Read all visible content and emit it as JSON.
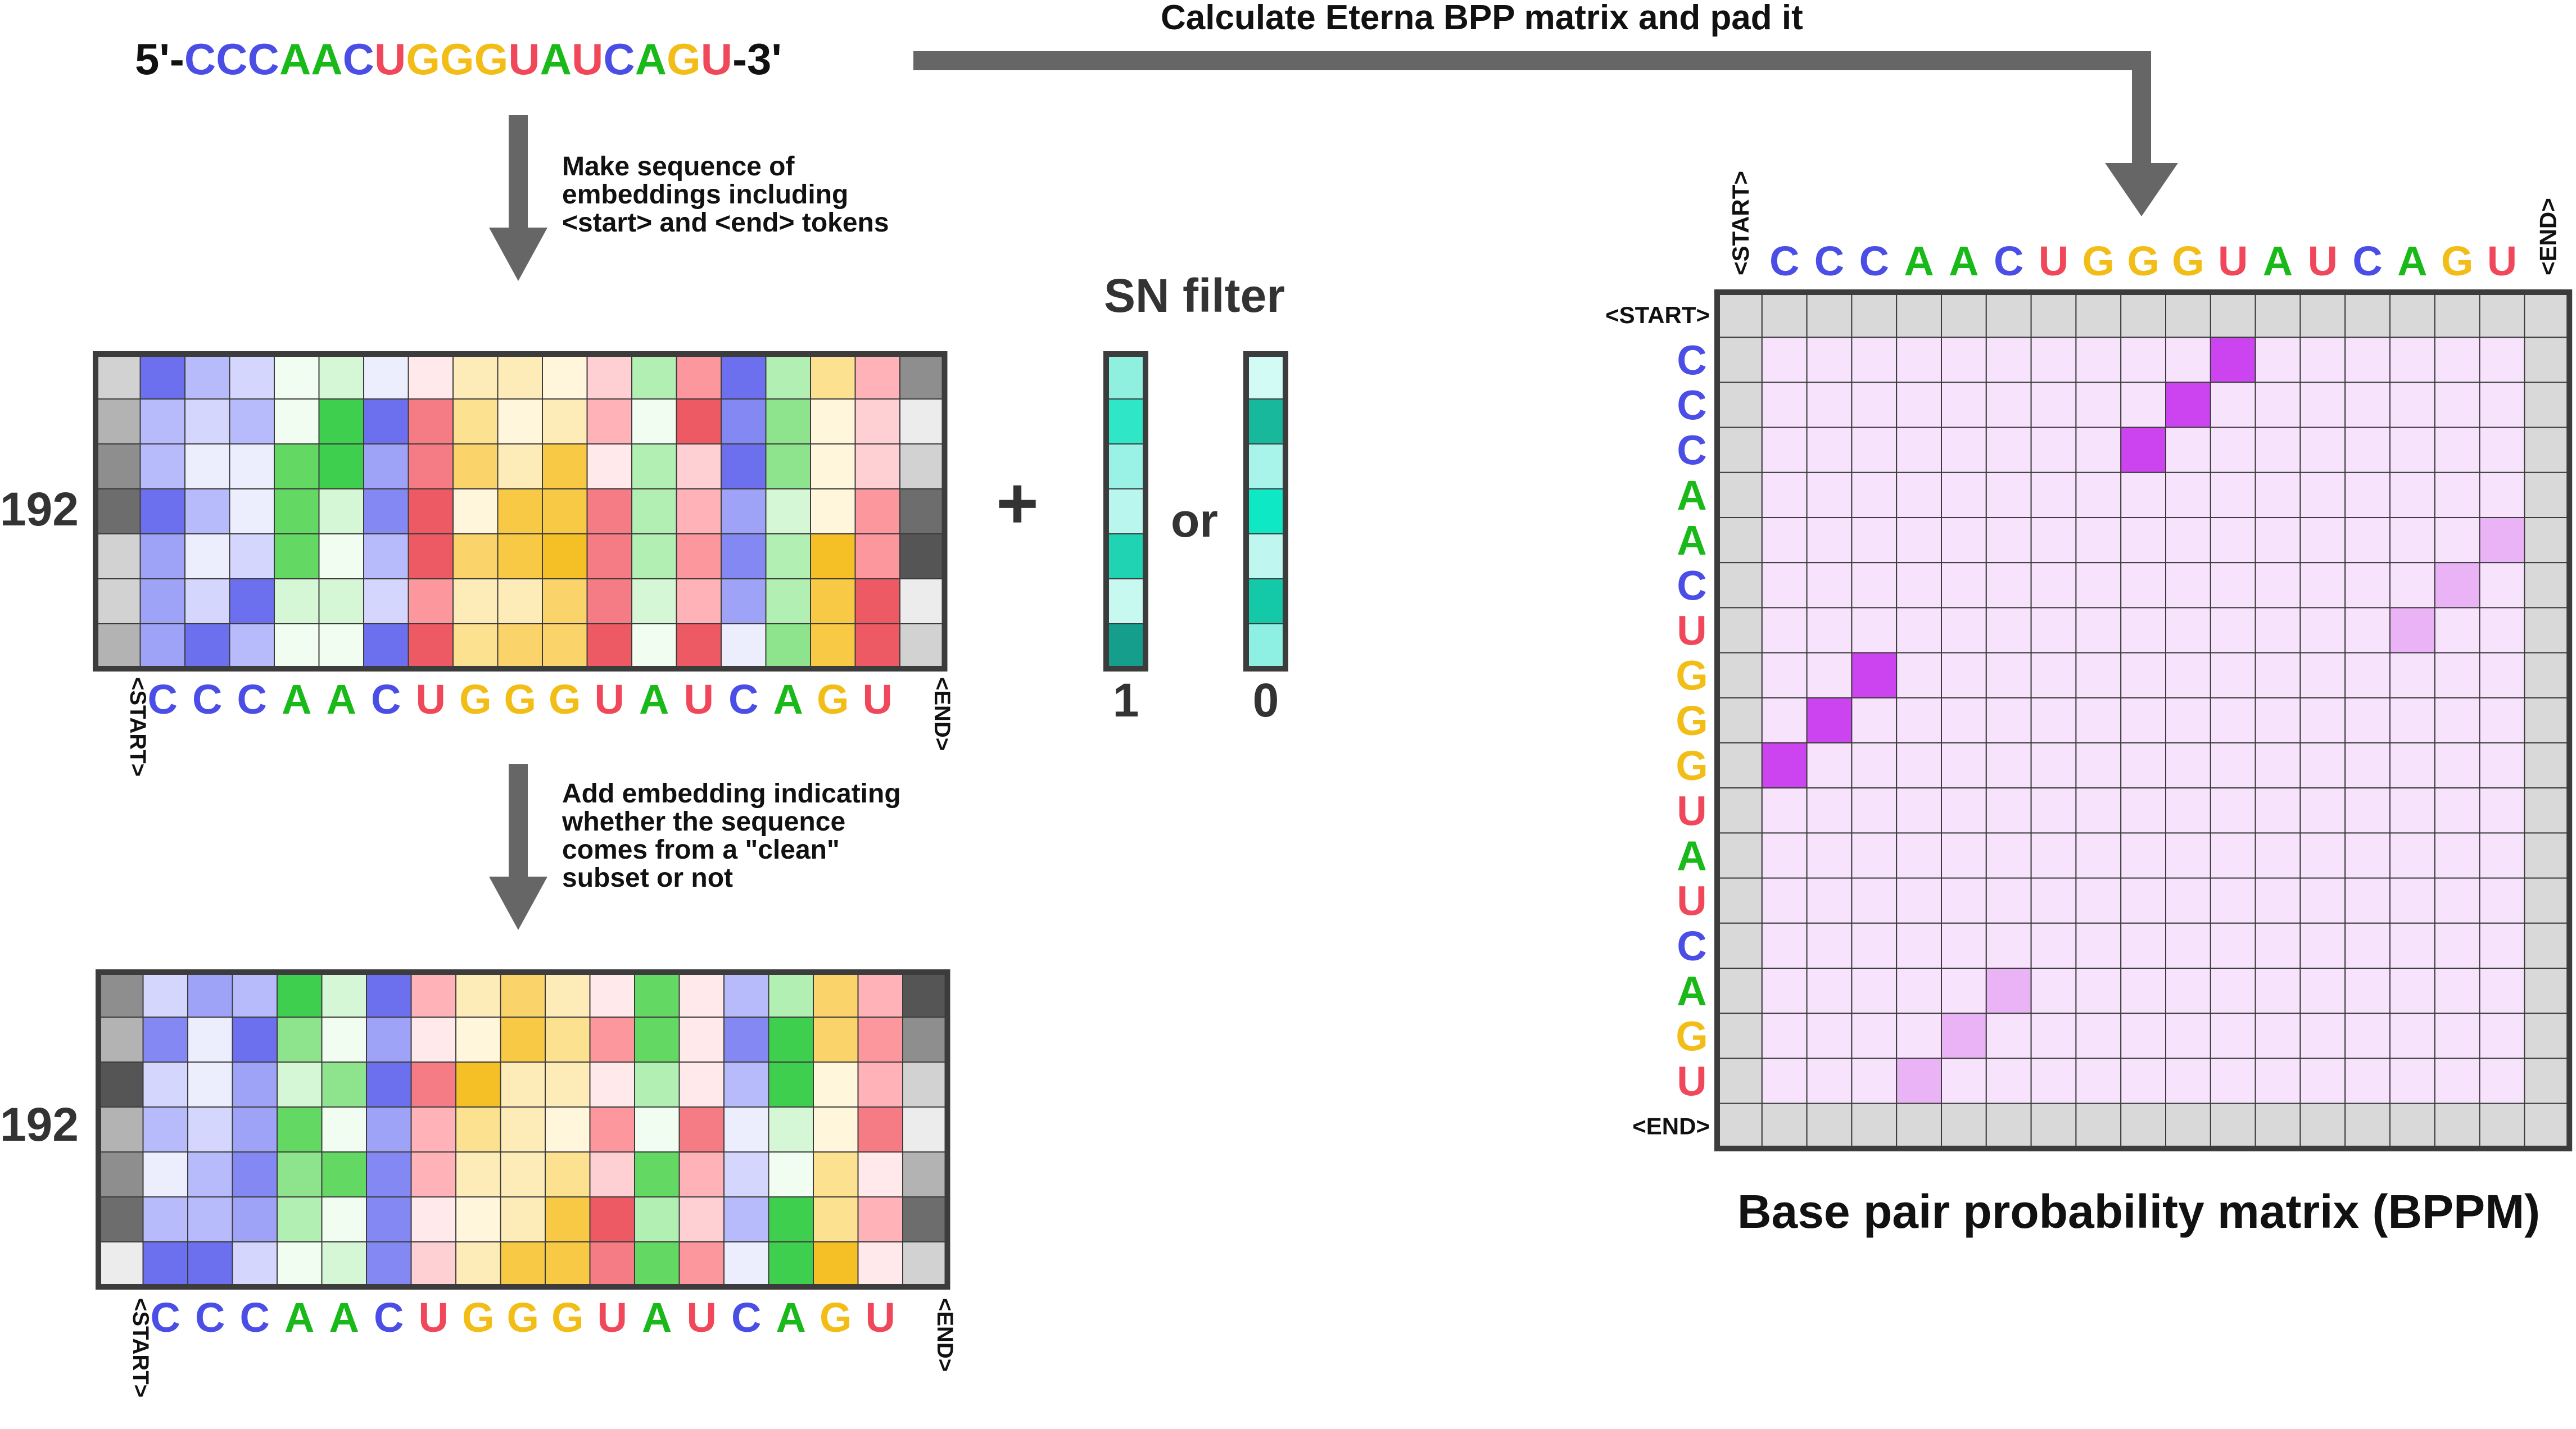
{
  "sequence": {
    "prefix": "5'-",
    "suffix": "-3'",
    "bases": [
      "C",
      "C",
      "C",
      "A",
      "A",
      "C",
      "U",
      "G",
      "G",
      "G",
      "U",
      "A",
      "U",
      "C",
      "A",
      "G",
      "U"
    ]
  },
  "colors": {
    "C": "#4b4ee6",
    "A": "#19b919",
    "U": "#f0485a",
    "G": "#f2bd16",
    "arrow": "#666666",
    "grid_border": "#3c3c3c",
    "text": "#111111"
  },
  "labels": {
    "bpp_step": "Calculate Eterna BPP matrix and pad it",
    "embed_step": "Make sequence of embeddings including <start> and <end> tokens",
    "sn_step": "Add embedding indicating whether the sequence comes from a \"clean\" subset or not",
    "dim": "192",
    "plus": "+",
    "or": "or",
    "sn_filter_title": "SN filter",
    "sn_one": "1",
    "sn_zero": "0",
    "start_token": "<START>",
    "end_token": "<END>",
    "bppm_caption": "Base pair probability matrix (BPPM)"
  },
  "bppm_pairs": [
    [
      1,
      11
    ],
    [
      2,
      10
    ],
    [
      3,
      9
    ],
    [
      8,
      3
    ],
    [
      9,
      2
    ],
    [
      10,
      1
    ]
  ],
  "bppm_weak_pairs": [
    [
      5,
      17
    ],
    [
      6,
      16
    ],
    [
      7,
      15
    ],
    [
      15,
      6
    ],
    [
      16,
      5
    ],
    [
      17,
      4
    ]
  ]
}
